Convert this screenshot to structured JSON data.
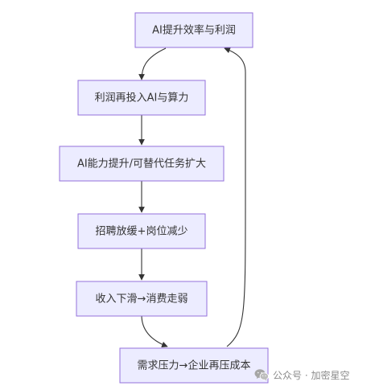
{
  "nodes": [
    {
      "id": "n1",
      "label": "AI提升效率与利润"
    },
    {
      "id": "n2",
      "label": "利润再投入AI与算力"
    },
    {
      "id": "n3",
      "label": "AI能力提升/可替代任务扩大"
    },
    {
      "id": "n4",
      "label": "招聘放缓+岗位减少"
    },
    {
      "id": "n5",
      "label": "收入下滑→消费走弱"
    },
    {
      "id": "n6",
      "label": "需求压力→企业再压成本"
    }
  ],
  "edges": [
    {
      "from": "n1",
      "to": "n2"
    },
    {
      "from": "n2",
      "to": "n3"
    },
    {
      "from": "n3",
      "to": "n4"
    },
    {
      "from": "n4",
      "to": "n5"
    },
    {
      "from": "n5",
      "to": "n6"
    },
    {
      "from": "n6",
      "to": "n1"
    }
  ],
  "watermark": {
    "text": "公众号 · 加密星空",
    "icon": "wechat-icon"
  }
}
